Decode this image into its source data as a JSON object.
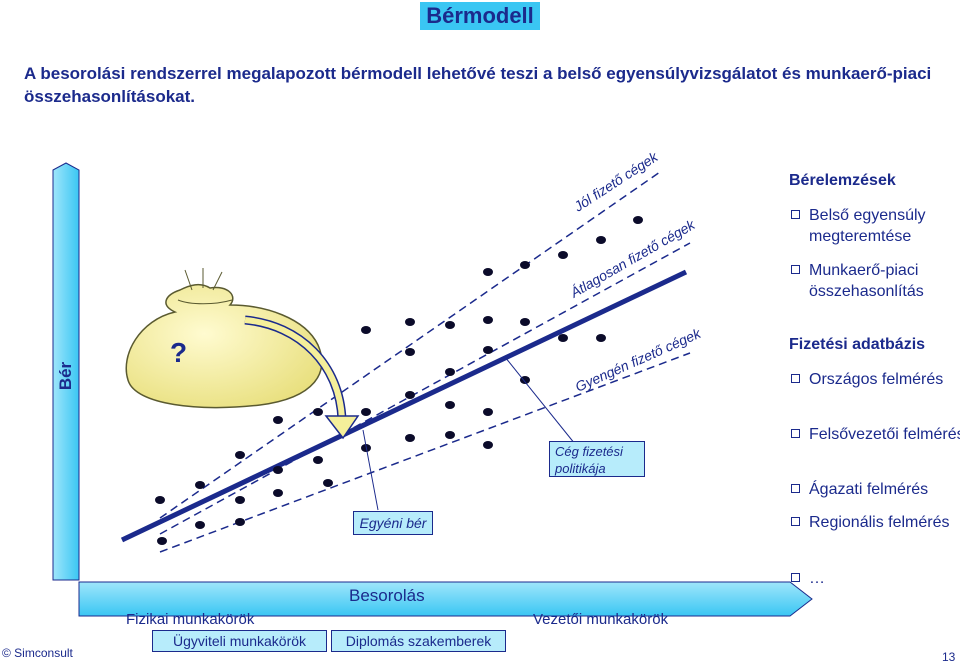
{
  "title": "Bérmodell",
  "intro": "A besorolási rendszerrel megalapozott bérmodell lehetővé teszi a belső egyensúlyvizsgálatot és munkaerő-piaci összehasonlításokat.",
  "diagram": {
    "y_axis_label": "Bér",
    "question_mark": "?",
    "line_labels": {
      "top": "Jól fizető cégek",
      "middle": "Átlagosan fizető cégek",
      "bottom": "Gyengén fizető cégek"
    },
    "policy_label": "Cég fizetési politikája",
    "individual_label": "Egyéni bér",
    "x_axis_label": "Besorolás",
    "job_families": {
      "physical": "Fizikai munkakörök",
      "administrative": "Ügyviteli munkakörök",
      "graduate": "Diplomás szakemberek",
      "executive": "Vezetői munkakörök"
    },
    "colors": {
      "accent": "#3ac6f3",
      "navy": "#1b2a8c",
      "bag": "#f5ef9a"
    }
  },
  "sidebar": {
    "analysis": {
      "heading": "Bérelemzések",
      "items": [
        "Belső egyensúly megteremtése",
        "Munkaerő-piaci összehasonlítás"
      ]
    },
    "database": {
      "heading": "Fizetési adatbázis",
      "items": [
        "Országos felmérés",
        "Felsővezetői felmérés",
        "Ágazati felmérés",
        "Regionális felmérés",
        "…"
      ]
    }
  },
  "footer": {
    "copyright": "© Simconsult",
    "page_number": "13"
  }
}
